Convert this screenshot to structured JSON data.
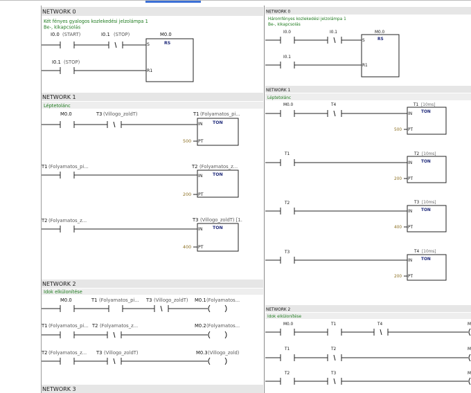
{
  "left_panel": {
    "networks": [
      {
        "title": "NETWORK 0",
        "comment_line1": "Két fényes gyalogos kozlekedési jelzolámpa 1",
        "comment_line2": "Be-, kikapcsolás"
      },
      {
        "title": "NETWORK 1",
        "comment": "Léptetolánc"
      },
      {
        "title": "NETWORK 2",
        "comment": "Idok elkülonítése"
      },
      {
        "title": "NETWORK 3"
      }
    ],
    "n0": {
      "c1": "I0.0",
      "c1n": "(START)",
      "c2": "I0.1",
      "c2n": "(STOP)",
      "out": "M0.0",
      "box": "RS",
      "s": "S",
      "r": "R1",
      "c3": "I0.1",
      "c3n": "(STOP)"
    },
    "n1": {
      "r1": {
        "c1": "M0.0",
        "c2": "T3",
        "c2n": "(Villogo_zoldT)",
        "tmr": "T1",
        "tmrn": "(Folyamatos_pi...",
        "box": "TON",
        "in": "IN",
        "pt": "PT",
        "ptv": "500"
      },
      "r2": {
        "c1": "T1",
        "c1n": "(Folyamatos_pi...",
        "tmr": "T2",
        "tmrn": "(Folyamatos_z...",
        "box": "TON",
        "in": "IN",
        "pt": "PT",
        "ptv": "200"
      },
      "r3": {
        "c1": "T2",
        "c1n": "(Folyamatos_z...",
        "tmr": "T3",
        "tmrn": "(Villogo_zoldT) [1.",
        "box": "TON",
        "in": "IN",
        "pt": "PT",
        "ptv": "400"
      }
    },
    "n2": {
      "r1": {
        "c1": "M0.0",
        "c2": "T1",
        "c2n": "(Folyamatos_pi...",
        "c3": "T3",
        "c3n": "(Villogo_zoldT)",
        "coil": "M0.1",
        "coiln": "(Folyamatos..."
      },
      "r2": {
        "c1": "T1",
        "c1n": "(Folyamatos_pi...",
        "c2": "T2",
        "c2n": "(Folyamatos_z...",
        "coil": "M0.2",
        "coiln": "(Folyamatos..."
      },
      "r3": {
        "c1": "T2",
        "c1n": "(Folyamatos_z...",
        "c2": "T3",
        "c2n": "(Villogo_zoldT)",
        "coil": "M0.3",
        "coiln": "(Villogo_zold)"
      }
    }
  },
  "right_panel": {
    "networks": [
      {
        "title": "NETWORK 0",
        "comment_line1": "Háromfényes kozlekedési jelzolámpa 1",
        "comment_line2": "Be-, kikapcsolás"
      },
      {
        "title": "NETWORK 1",
        "comment": "Léptetolánc"
      },
      {
        "title": "NETWORK 2",
        "comment": "Idok elkülonítése"
      }
    ],
    "n0": {
      "c1": "I0.0",
      "c2": "I0.1",
      "out": "M0.0",
      "box": "RS",
      "s": "S",
      "r": "R1",
      "c3": "I0.1"
    },
    "n1": {
      "r1": {
        "c1": "M0.0",
        "c2": "T4",
        "tmr": "T1",
        "tmrn": "[10ms]",
        "box": "TON",
        "in": "IN",
        "pt": "PT",
        "ptv": "500"
      },
      "r2": {
        "c1": "T1",
        "tmr": "T2",
        "tmrn": "[10ms]",
        "box": "TON",
        "in": "IN",
        "pt": "PT",
        "ptv": "200"
      },
      "r3": {
        "c1": "T2",
        "tmr": "T3",
        "tmrn": "[10ms]",
        "box": "TON",
        "in": "IN",
        "pt": "PT",
        "ptv": "400"
      },
      "r4": {
        "c1": "T3",
        "tmr": "T4",
        "tmrn": "[10ms]",
        "box": "TON",
        "in": "IN",
        "pt": "PT",
        "ptv": "200"
      }
    },
    "n2": {
      "r1": {
        "c1": "M0.0",
        "c2": "T1",
        "c3": "T4",
        "edge": "M"
      },
      "r2": {
        "c1": "T1",
        "c2": "T2",
        "edge": "M"
      },
      "r3": {
        "c1": "T2",
        "c2": "T3",
        "edge": "M"
      }
    }
  }
}
